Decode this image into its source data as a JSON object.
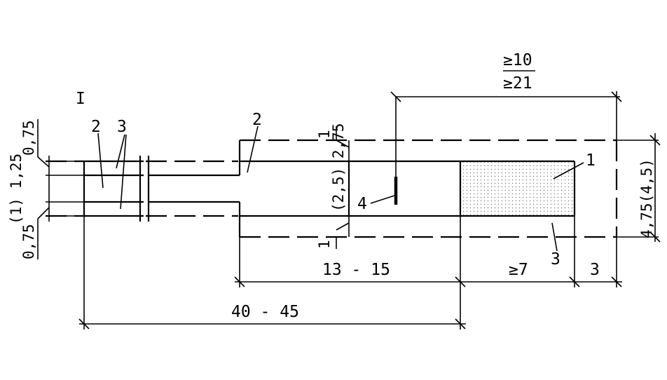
{
  "section_mark": "I",
  "dims": {
    "top_a": "≥10",
    "top_b": "≥21",
    "left_top": "0,75",
    "left_mid": "(1) 1,25",
    "left_bot": "0,75",
    "step_top": "1",
    "step_bot": "1",
    "vert_mid": "(2,5) 2,75",
    "right_total": "4,75(4,5)",
    "bottom_a": "13 - 15",
    "bottom_b": "≥7",
    "bottom_c": "3",
    "bottom_total": "40 - 45"
  },
  "callouts": {
    "n1": "1",
    "n2_left": "2",
    "n3_left": "3",
    "n2_right": "2",
    "n3_right": "3",
    "n4": "4"
  }
}
